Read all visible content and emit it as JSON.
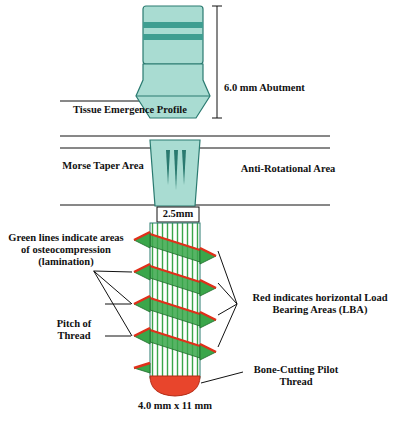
{
  "diagram": {
    "labels": [
      "6.0 mm Abutment",
      "Tissue Emergence Profile",
      "Morse Taper Area",
      "Anti-Rotational Area",
      "2.5mm",
      "Green lines indicate areas of osteocompression (lamination)",
      "Red indicates horizontal Load Bearing Areas (LBA)",
      "Pitch of Thread",
      "Bone-Cutting Pilot Thread",
      "4.0 mm x 11 mm"
    ]
  }
}
